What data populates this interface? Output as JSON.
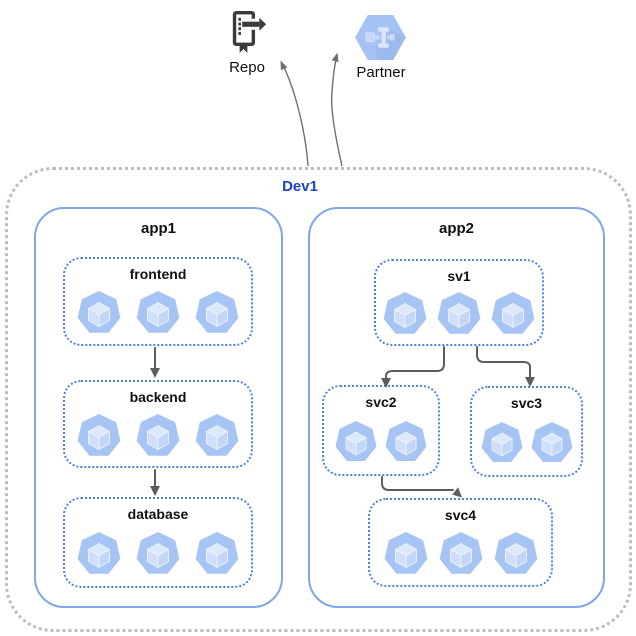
{
  "diagram": {
    "external_nodes": [
      {
        "id": "repo",
        "label": "Repo",
        "icon": "source-repository-icon"
      },
      {
        "id": "partner",
        "label": "Partner",
        "icon": "partner-hexagon-icon"
      }
    ],
    "environment": {
      "label": "Dev1",
      "apps": [
        {
          "label": "app1",
          "services": [
            {
              "label": "frontend",
              "pods": 3
            },
            {
              "label": "backend",
              "pods": 3
            },
            {
              "label": "database",
              "pods": 3
            }
          ]
        },
        {
          "label": "app2",
          "services": [
            {
              "label": "sv1",
              "pods": 3
            },
            {
              "label": "svc2",
              "pods": 2
            },
            {
              "label": "svc3",
              "pods": 2
            },
            {
              "label": "svc4",
              "pods": 3
            }
          ]
        }
      ],
      "flows": [
        {
          "from": "frontend",
          "to": "backend"
        },
        {
          "from": "backend",
          "to": "database"
        },
        {
          "from": "sv1",
          "to": "svc2"
        },
        {
          "from": "sv1",
          "to": "svc3"
        },
        {
          "from": "svc2",
          "to": "svc4"
        }
      ],
      "external_links": [
        {
          "from": "Dev1",
          "to": "Repo"
        },
        {
          "from": "Dev1",
          "to": "Partner"
        }
      ]
    }
  },
  "colors": {
    "env_border": "#bdbdbd",
    "app_border": "#7ea6e8",
    "service_border": "#4f81e0",
    "env_label": "#1a43c8",
    "arrow": "#5c5c5c",
    "link": "#6f6f6f",
    "text": "#111111",
    "pod_body": "#a6c4f4",
    "pod_top": "#dce9fd",
    "pod_left": "#cfdffa",
    "pod_right": "#c2d6f8",
    "pod_edge": "#edf3fe",
    "repo_icon": "#3a3a3a",
    "hexagon": "#a4c2f4",
    "hexagon_glyph": "#dbe6fc",
    "hexagon_glyph2": "#c9d9f8"
  }
}
